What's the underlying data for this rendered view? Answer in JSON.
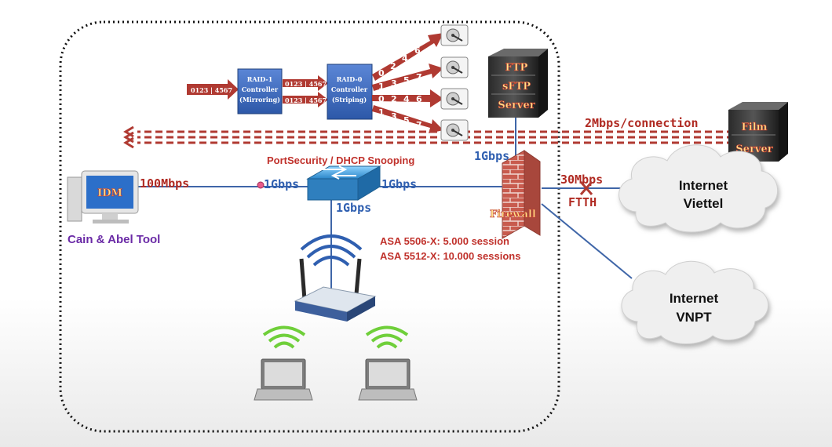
{
  "colors": {
    "line_blue": "#3f66a8",
    "arrow_red": "#b03a32",
    "text_red": "#c0312b",
    "text_blue": "#2f5fb0",
    "text_purple": "#6a2aa6",
    "wifi_green": "#6fcf3a"
  },
  "raid": {
    "input_label": "0123 | 4567",
    "raid1": {
      "line1": "RAID-1",
      "line2": "Controller",
      "line3": "(Mirroring)"
    },
    "raid0": {
      "line1": "RAID-0",
      "line2": "Controller",
      "line3": "(Striping)"
    },
    "mid_label_top": "0123 | 4567",
    "mid_label_bottom": "0123 | 4567",
    "stripes": [
      {
        "digits": [
          "0",
          "2",
          "4",
          "6"
        ]
      },
      {
        "digits": [
          "1",
          "3",
          "5",
          "7"
        ]
      },
      {
        "digits": [
          "0",
          "2",
          "4",
          "6"
        ]
      },
      {
        "digits": [
          "1",
          "3",
          "5",
          "7"
        ]
      }
    ],
    "disk_icon": "hard-disk-icon"
  },
  "servers": {
    "ftp": {
      "line1": "FTP",
      "line2": "sFTP",
      "line3": "Server"
    },
    "film": {
      "line1": "Film",
      "line2": "Server"
    }
  },
  "labels": {
    "connection_rate": "2Mbps/connection",
    "idm": "IDM",
    "idm_speed": "100Mbps",
    "cain_abel": "Cain & Abel Tool",
    "port_security": "PortSecurity / DHCP Snooping",
    "switch_left": "1Gbps",
    "switch_right": "1Gbps",
    "switch_down": "1Gbps",
    "firewall_up": "1Gbps",
    "firewall": "Firewall",
    "wan_speed": "30Mbps",
    "wan_type": "FTTH",
    "asa1": "ASA 5506-X: 5.000 session",
    "asa2": "ASA 5512-X: 10.000 sessions"
  },
  "clouds": {
    "viettel": {
      "line1": "Internet",
      "line2": "Viettel"
    },
    "vnpt": {
      "line1": "Internet",
      "line2": "VNPT"
    }
  }
}
